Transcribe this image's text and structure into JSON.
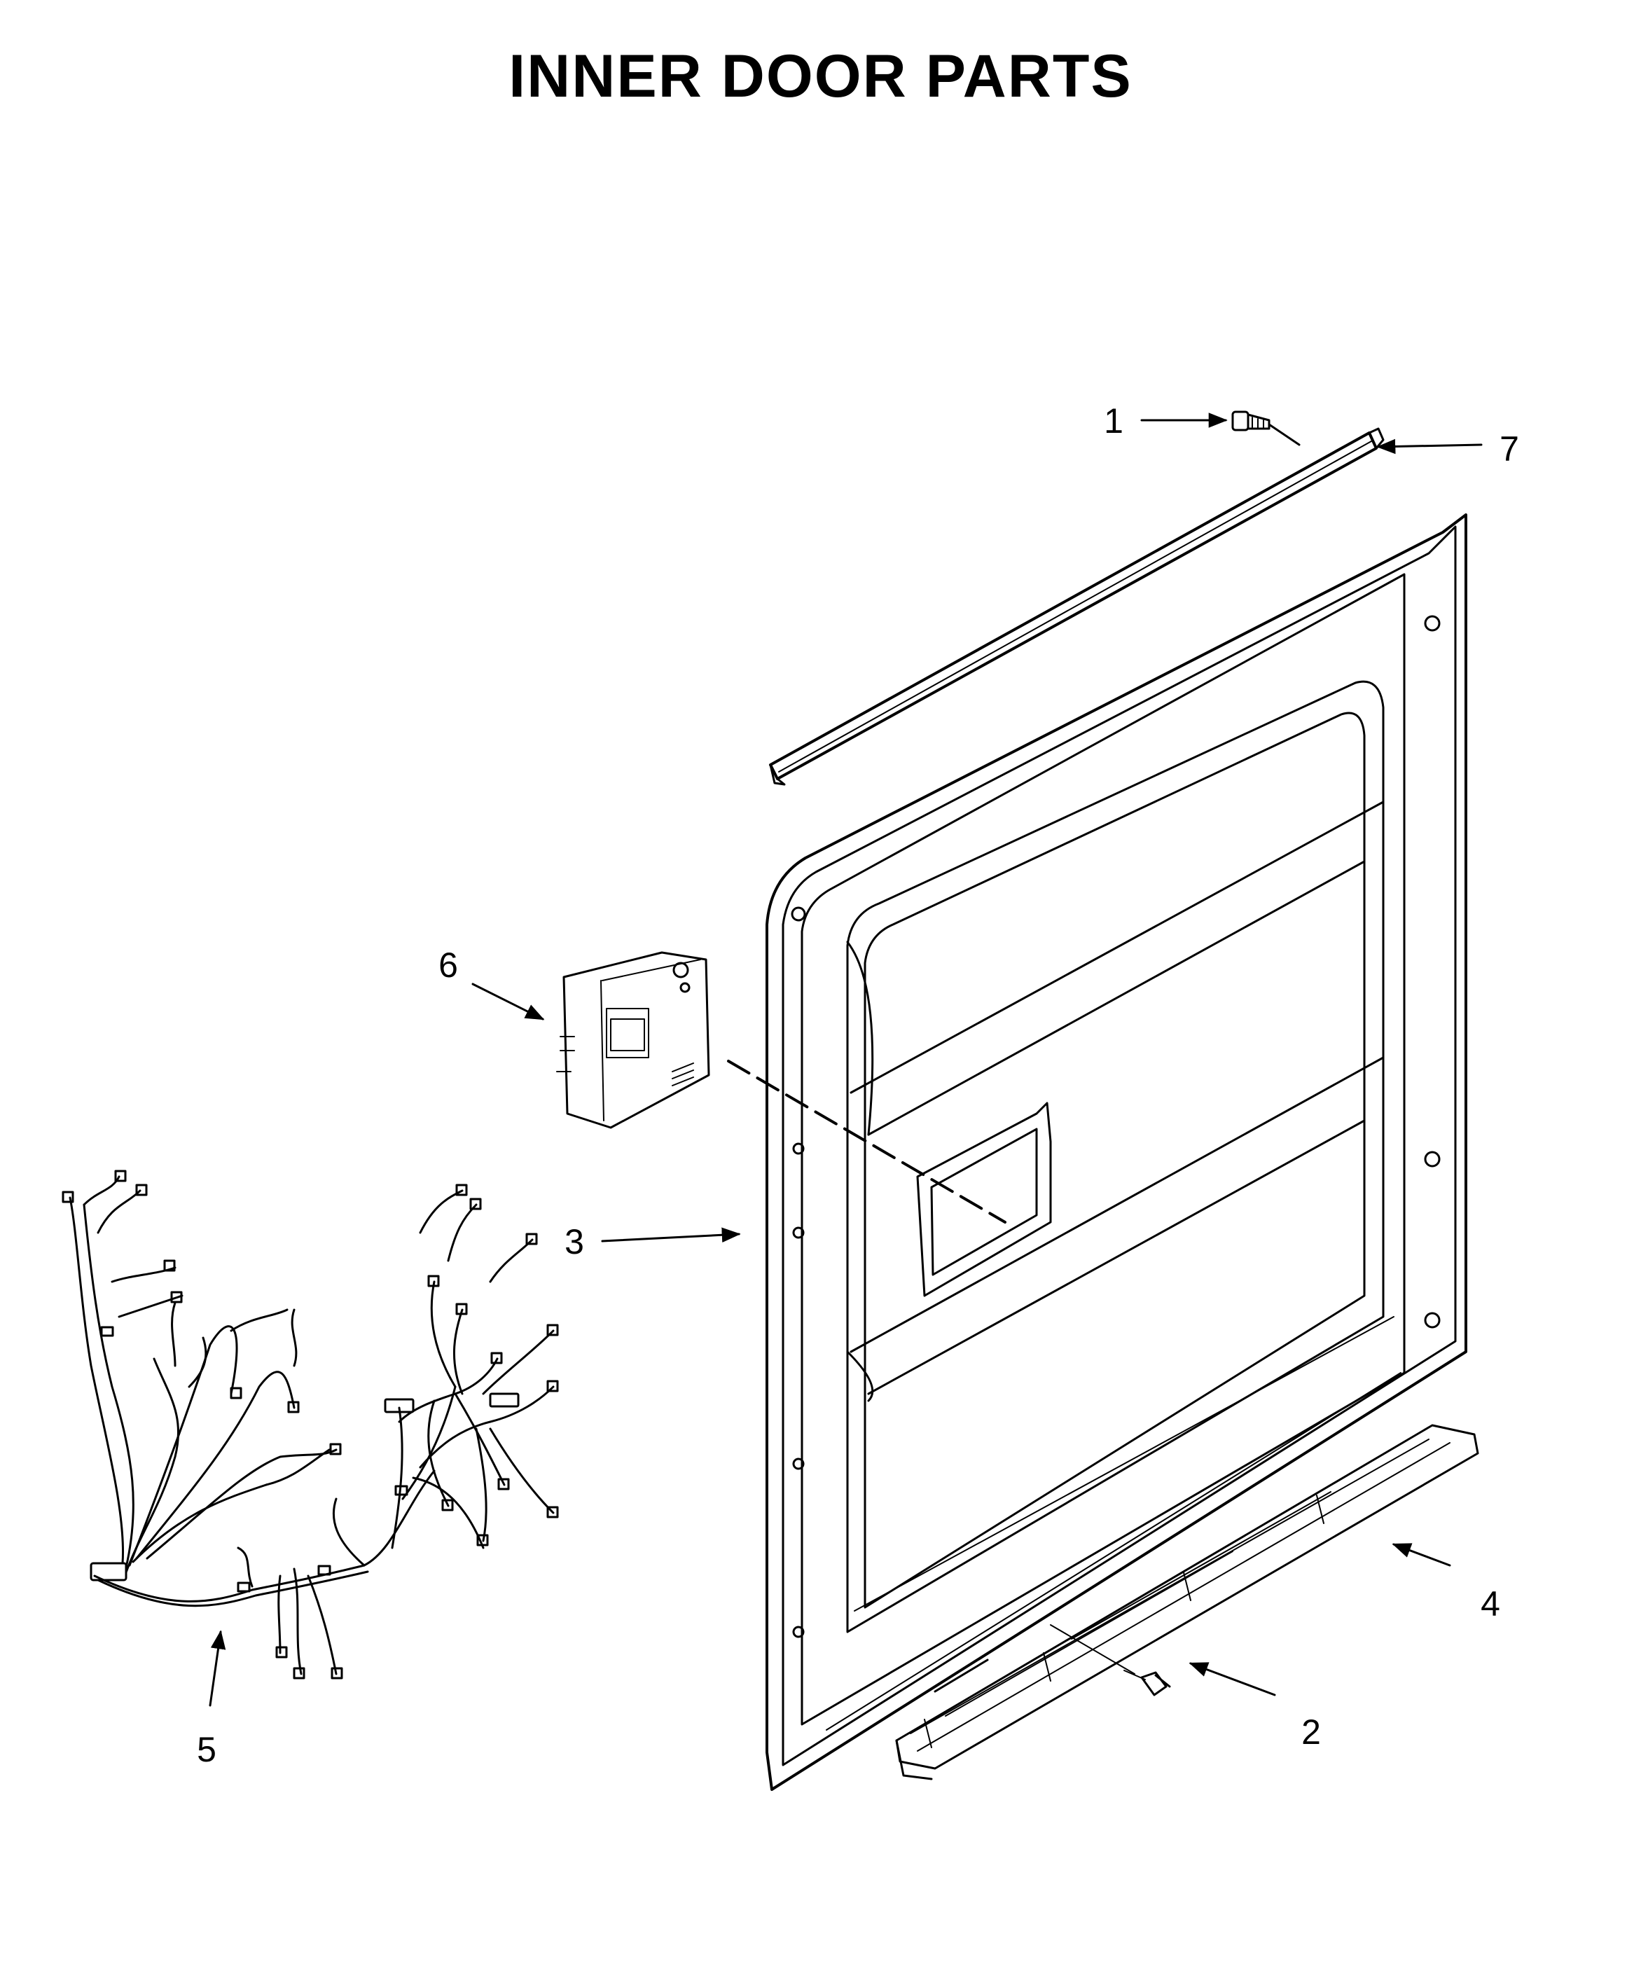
{
  "title": "INNER DOOR PARTS",
  "callouts": {
    "c1": "1",
    "c2": "2",
    "c3": "3",
    "c4": "4",
    "c5": "5",
    "c6": "6",
    "c7": "7"
  },
  "colors": {
    "line": "#000000",
    "background": "#ffffff"
  }
}
